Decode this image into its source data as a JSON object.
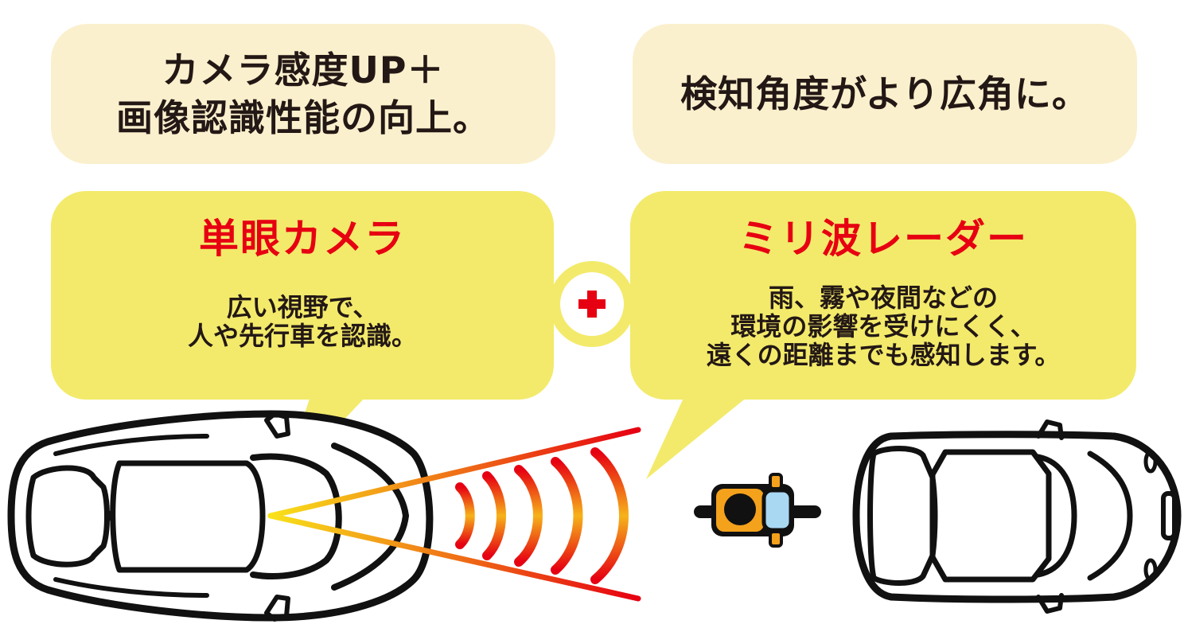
{
  "top_left": {
    "lines": [
      "カメラ感度UP＋",
      "画像認識性能の向上。"
    ]
  },
  "top_right": {
    "lines": [
      "検知角度がより広角に。"
    ]
  },
  "camera": {
    "title": "単眼カメラ",
    "lines": [
      "広い視野で、",
      "人や先行車を認識。"
    ]
  },
  "radar": {
    "title": "ミリ波レーダー",
    "lines": [
      "雨、霧や夜間などの",
      "環境の影響を受けにくく、",
      "遠くの距離までも感知します。"
    ]
  },
  "plus_symbol": "＋",
  "colors": {
    "top_box_bg": "#fbf0cd",
    "bubble_bg": "#f3ea6b",
    "title_red": "#e60012",
    "text_dark": "#231815",
    "radar_red": "#e60012",
    "radar_yellow": "#f8d21a",
    "bike_orange": "#f4a11c",
    "rider_blue": "#a9d8f3"
  }
}
